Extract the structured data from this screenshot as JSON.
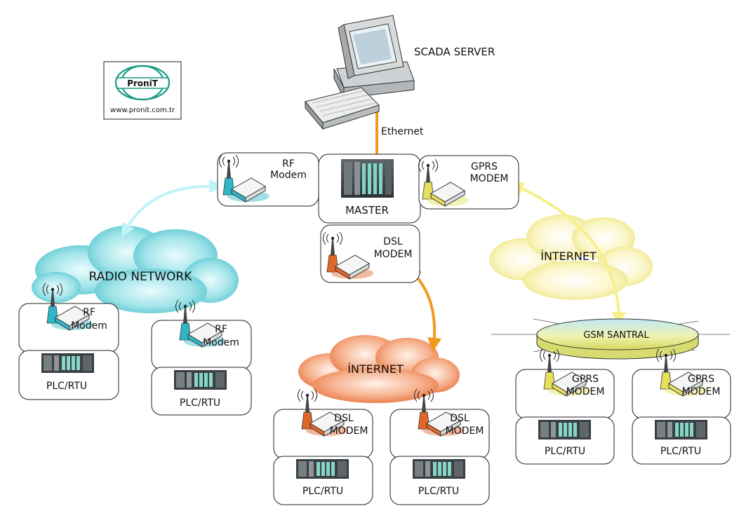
{
  "logo": {
    "brand": "ProniT",
    "url": "www.pronit.com.tr"
  },
  "server": {
    "label": "SCADA SERVER"
  },
  "link": {
    "ethernet": "Ethernet"
  },
  "master": {
    "label": "MASTER"
  },
  "master_rf": {
    "line1": "RF",
    "line2": "Modem"
  },
  "master_gprs": {
    "line1": "GPRS",
    "line2": "MODEM"
  },
  "master_dsl": {
    "line1": "DSL",
    "line2": "MODEM"
  },
  "clouds": {
    "radio": "RADIO NETWORK",
    "internet_dsl": "İNTERNET",
    "internet_gprs": "İNTERNET"
  },
  "gsm": {
    "label": "GSM SANTRAL"
  },
  "rtu": {
    "rf1": {
      "line1": "RF",
      "line2": "Modem",
      "plc": "PLC/RTU"
    },
    "rf2": {
      "line1": "RF",
      "line2": "Modem",
      "plc": "PLC/RTU"
    },
    "dsl1": {
      "line1": "DSL",
      "line2": "MODEM",
      "plc": "PLC/RTU"
    },
    "dsl2": {
      "line1": "DSL",
      "line2": "MODEM",
      "plc": "PLC/RTU"
    },
    "gprs1": {
      "line1": "GPRS",
      "line2": "MODEM",
      "plc": "PLC/RTU"
    },
    "gprs2": {
      "line1": "GPRS",
      "line2": "MODEM",
      "plc": "PLC/RTU"
    }
  },
  "colors": {
    "rf": "#2fb7c9",
    "dsl": "#e0662a",
    "gprs": "#e6e05a",
    "ethernet": "#f39a1e",
    "rf_link": "#bff3f7",
    "gprs_link": "#f6f08a"
  }
}
